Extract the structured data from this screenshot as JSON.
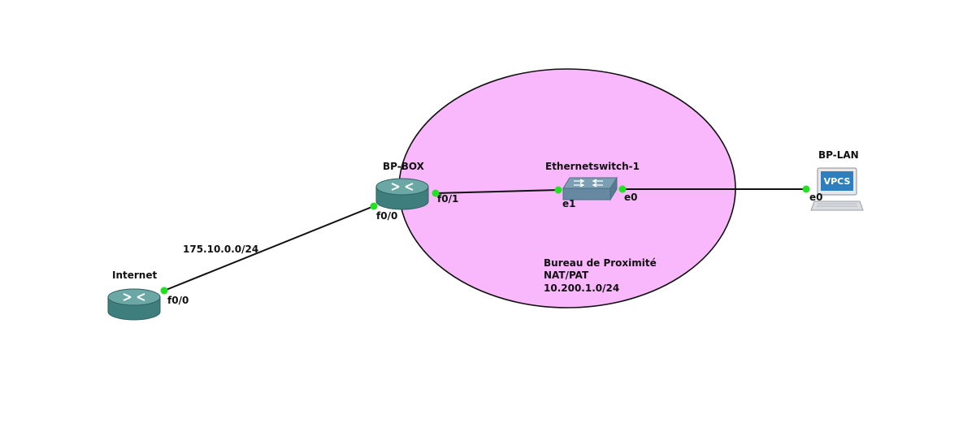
{
  "colors": {
    "zone_fill": "#f9b8fb",
    "zone_stroke": "#111111",
    "link": "#111111",
    "port_dot": "#22e022",
    "router_top": "#6aa7a5",
    "router_body": "#3e7f7d",
    "switch_body": "#7d9fb3",
    "vpcs_screen": "#2f7fbe"
  },
  "zone": {
    "lines": [
      "Bureau de Proximité",
      "NAT/PAT",
      "10.200.1.0/24"
    ]
  },
  "nodes": {
    "internet": {
      "label": "Internet",
      "icon": "router-icon"
    },
    "bp_box": {
      "label": "BP-BOX",
      "icon": "router-icon"
    },
    "switch": {
      "label": "Ethernetswitch-1",
      "icon": "ethernet-switch-icon"
    },
    "bp_lan": {
      "label": "BP-LAN",
      "icon": "vpcs-computer-icon",
      "screen_text": "VPCS"
    }
  },
  "links": [
    {
      "id": "internet-bpbox",
      "subnet": "175.10.0.0/24",
      "a_port": "f0/0",
      "b_port": "f0/0"
    },
    {
      "id": "bpbox-switch",
      "a_port": "f0/1",
      "b_port": "e1"
    },
    {
      "id": "switch-bplan",
      "a_port": "e0",
      "b_port": "e0"
    }
  ]
}
